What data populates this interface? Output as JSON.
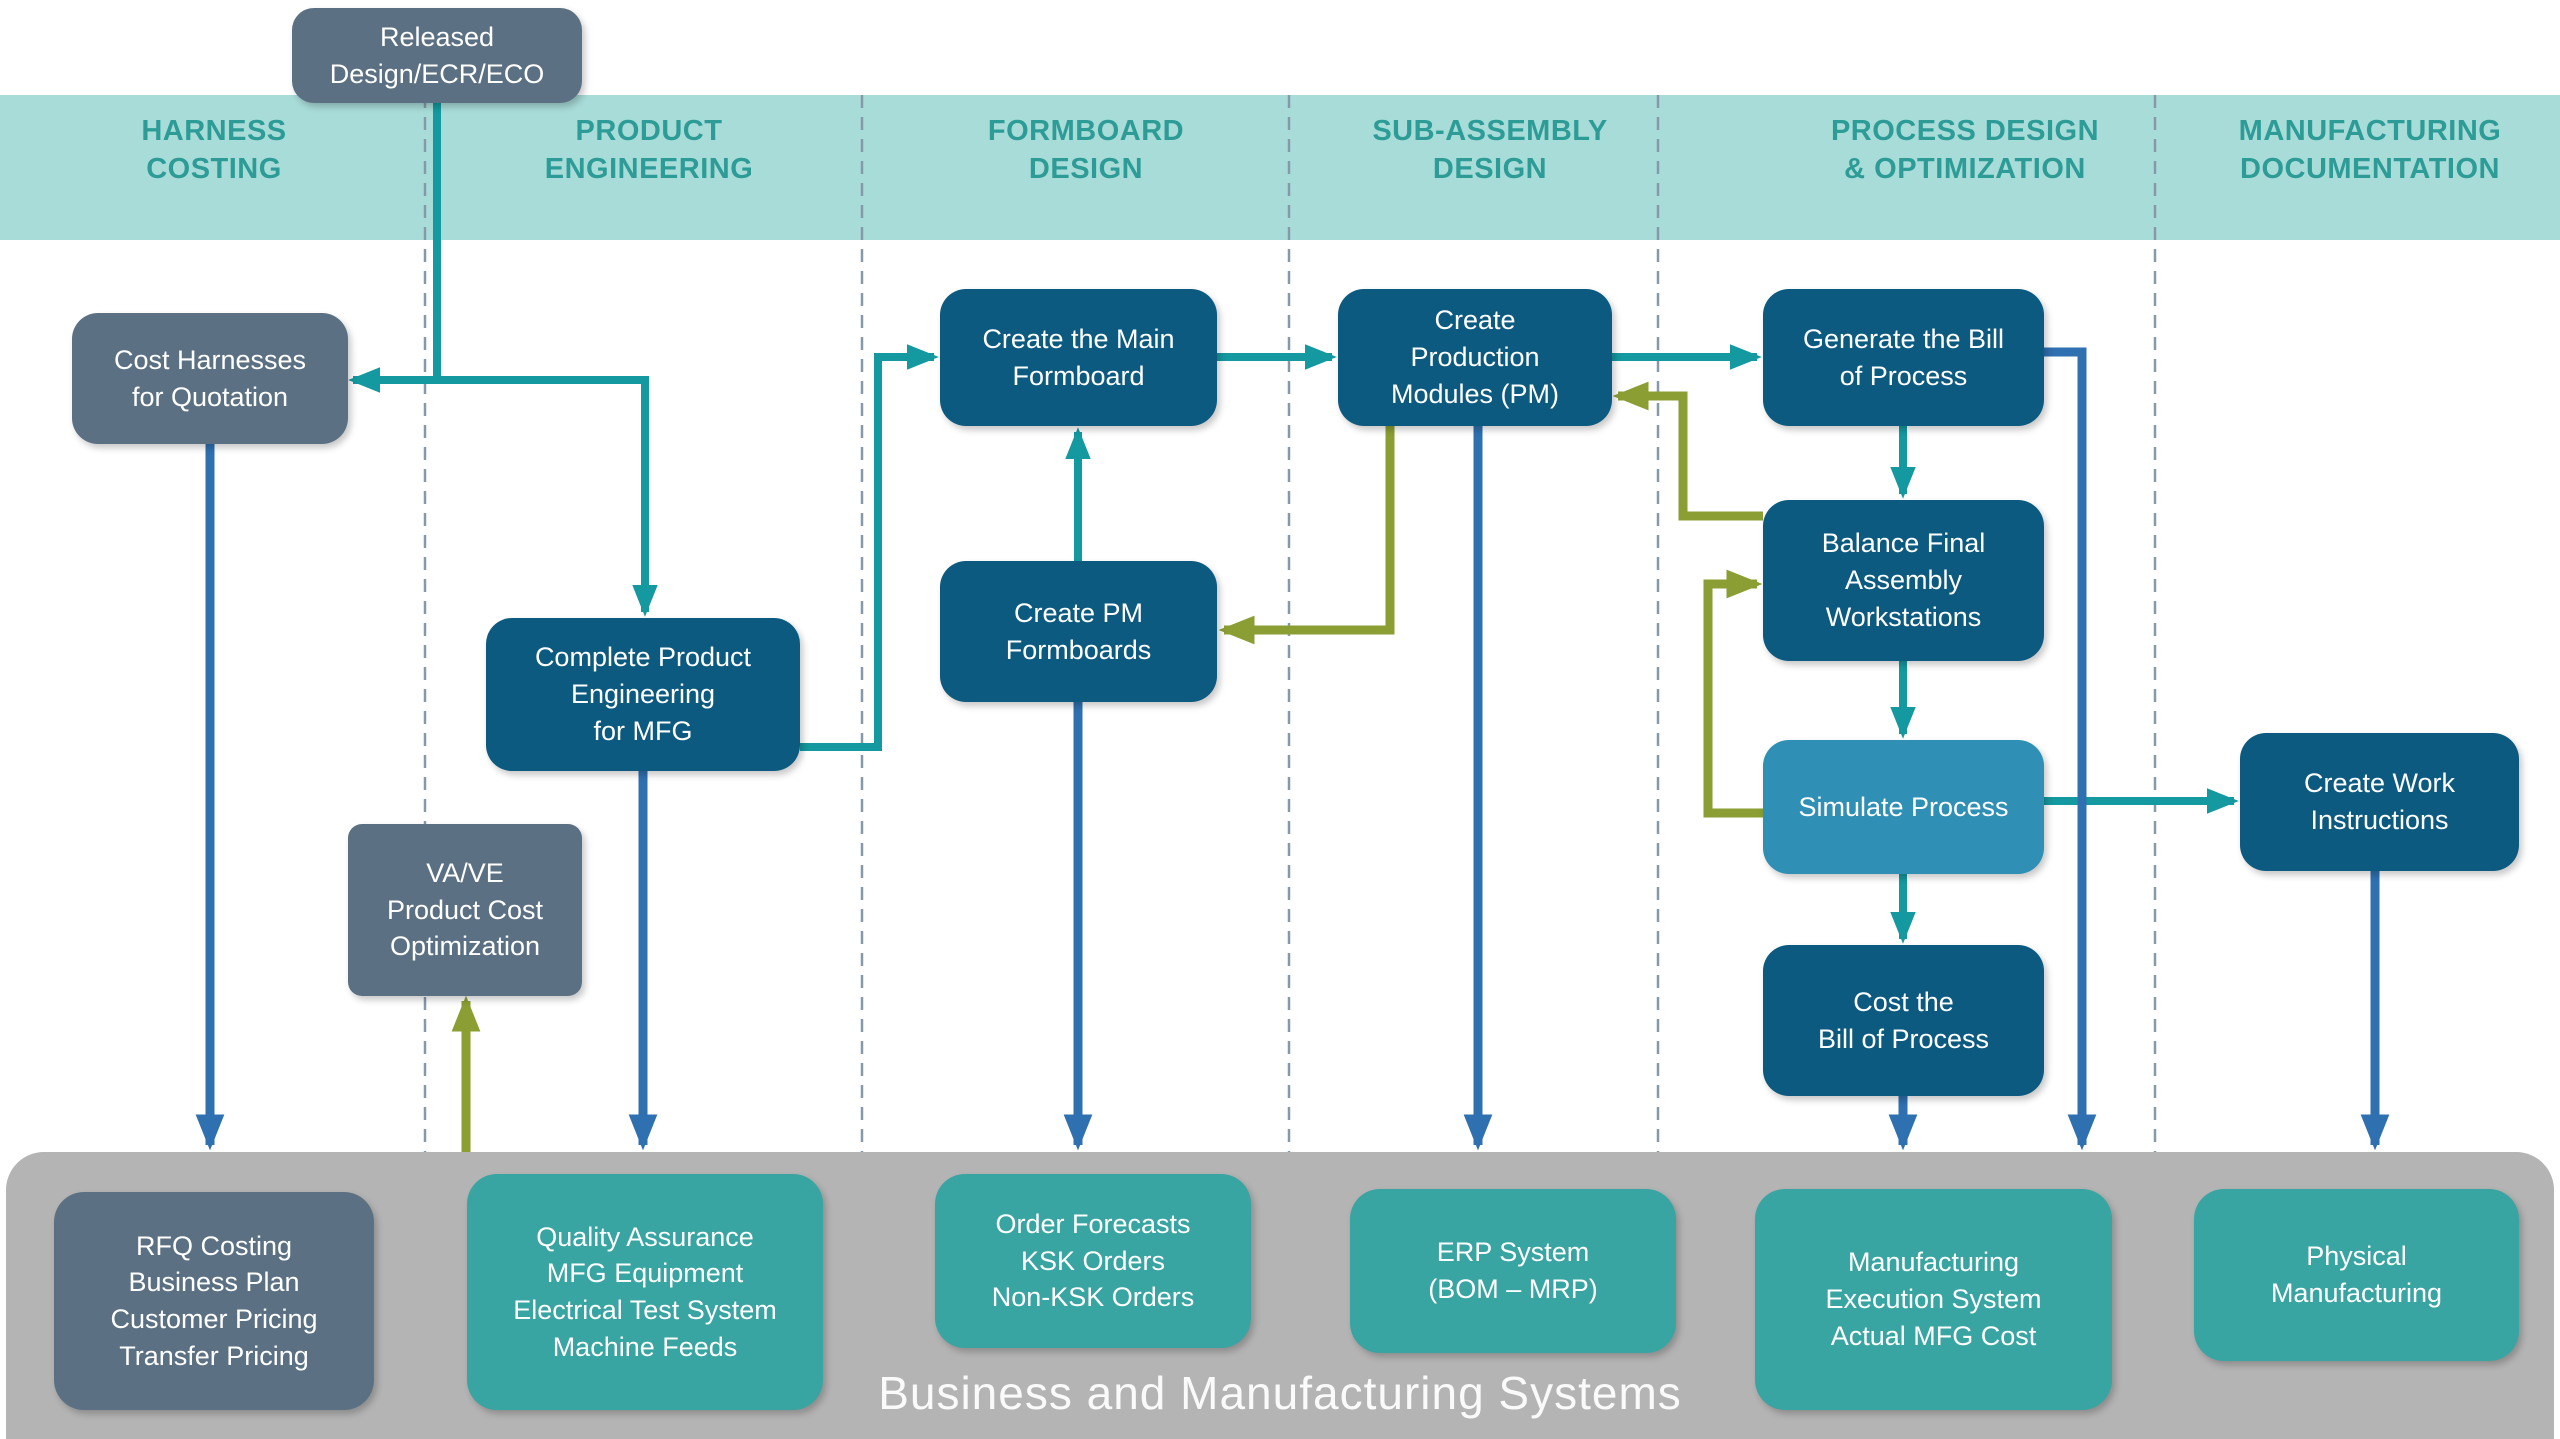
{
  "lanes": [
    [
      "HARNESS",
      "COSTING"
    ],
    [
      "PRODUCT",
      "ENGINEERING"
    ],
    [
      "FORMBOARD",
      "DESIGN"
    ],
    [
      "SUB-ASSEMBLY",
      "DESIGN"
    ],
    [
      "PROCESS DESIGN",
      "& OPTIMIZATION"
    ],
    [
      "MANUFACTURING",
      "DOCUMENTATION"
    ]
  ],
  "nodes": {
    "released": [
      "Released",
      "Design/ECR/ECO"
    ],
    "cost_harnesses": [
      "Cost Harnesses",
      "for Quotation"
    ],
    "vave": [
      "VA/VE",
      "Product Cost",
      "Optimization"
    ],
    "complete_pe": [
      "Complete Product",
      "Engineering",
      "for MFG"
    ],
    "main_formboard": [
      "Create the Main",
      "Formboard"
    ],
    "pm_formboards": [
      "Create PM",
      "Formboards"
    ],
    "create_pm": [
      "Create",
      "Production",
      "Modules (PM)"
    ],
    "generate_bop": [
      "Generate the Bill",
      "of Process"
    ],
    "balance_fa": [
      "Balance Final",
      "Assembly",
      "Workstations"
    ],
    "simulate": [
      "Simulate Process"
    ],
    "cost_bop": [
      "Cost the",
      "Bill of Process"
    ],
    "work_instr": [
      "Create Work",
      "Instructions"
    ],
    "rfq": [
      "RFQ Costing",
      "Business Plan",
      "Customer Pricing",
      "Transfer Pricing"
    ],
    "qa": [
      "Quality Assurance",
      "MFG Equipment",
      "Electrical Test System",
      "Machine Feeds"
    ],
    "orders": [
      "Order Forecasts",
      "KSK Orders",
      "Non-KSK Orders"
    ],
    "erp": [
      "ERP System",
      "(BOM – MRP)"
    ],
    "mes": [
      "Manufacturing",
      "Execution System",
      "Actual MFG Cost"
    ],
    "physical": [
      "Physical",
      "Manufacturing"
    ]
  },
  "band": {
    "title": "Business and Manufacturing Systems"
  },
  "colors": {
    "lane_band": "#a8dcd9",
    "lane_text": "#2d9c97",
    "node_navy": "#0d5a80",
    "node_sky": "#2f8fb5",
    "node_slate": "#5b7183",
    "node_teal": "#38a5a2",
    "systems_band": "#b4b4b4",
    "arrow_teal": "#13999f",
    "arrow_olive": "#8a9e33",
    "arrow_blue": "#2f70b0",
    "separator": "#8699a9",
    "node_text": "#ffffff"
  },
  "edges": [
    {
      "from": "released",
      "to": "cost_harnesses",
      "color": "teal"
    },
    {
      "from": "released",
      "to": "complete_pe",
      "color": "teal"
    },
    {
      "from": "complete_pe",
      "to": "main_formboard",
      "color": "teal"
    },
    {
      "from": "main_formboard",
      "to": "create_pm",
      "color": "teal"
    },
    {
      "from": "create_pm",
      "to": "generate_bop",
      "color": "teal"
    },
    {
      "from": "pm_formboards",
      "to": "main_formboard",
      "color": "teal"
    },
    {
      "from": "generate_bop",
      "to": "balance_fa",
      "color": "teal"
    },
    {
      "from": "balance_fa",
      "to": "simulate",
      "color": "teal"
    },
    {
      "from": "simulate",
      "to": "cost_bop",
      "color": "teal"
    },
    {
      "from": "simulate",
      "to": "work_instr",
      "color": "teal"
    },
    {
      "from": "create_pm",
      "to": "pm_formboards",
      "color": "olive"
    },
    {
      "from": "balance_fa",
      "to": "create_pm",
      "color": "olive"
    },
    {
      "from": "simulate",
      "to": "balance_fa",
      "color": "olive"
    },
    {
      "from": "systems_band",
      "to": "vave",
      "color": "olive"
    },
    {
      "from": "cost_harnesses",
      "to": "rfq",
      "color": "blue"
    },
    {
      "from": "complete_pe",
      "to": "qa",
      "color": "blue"
    },
    {
      "from": "pm_formboards",
      "to": "orders",
      "color": "blue"
    },
    {
      "from": "create_pm",
      "to": "erp",
      "color": "blue"
    },
    {
      "from": "cost_bop",
      "to": "mes",
      "color": "blue"
    },
    {
      "from": "generate_bop",
      "to": "mes",
      "color": "blue"
    },
    {
      "from": "work_instr",
      "to": "physical",
      "color": "blue"
    }
  ]
}
